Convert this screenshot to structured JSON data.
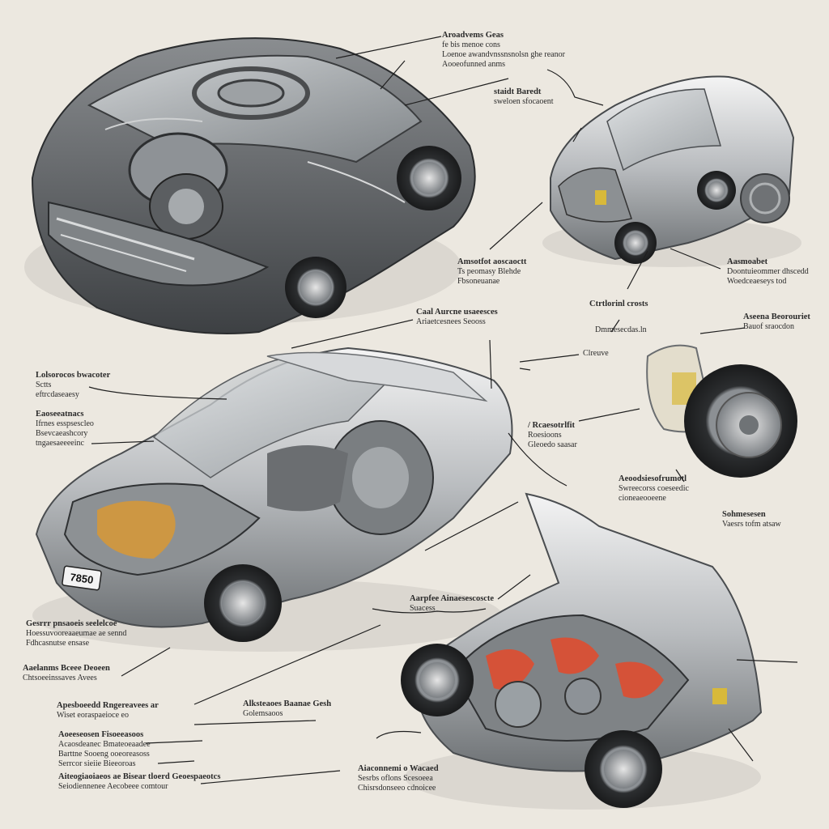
{
  "labels": [
    {
      "id": "tr-1",
      "lines": [
        "Aroadvems Geas",
        "fe bis menoe cons",
        "Loenoe awandvnssnsnolsn ghe reanor",
        "Aooeofunned anms"
      ]
    },
    {
      "id": "tr-2",
      "lines": [
        "staidt Baredt",
        "sweloen sfocaoent"
      ]
    },
    {
      "id": "mid-1",
      "lines": [
        "Amsotfot aoscaoctt",
        "Ts peomasy Blehde",
        "Fbsoneuanae"
      ]
    },
    {
      "id": "rt-1",
      "lines": [
        "Aasmoabet",
        "Doontuieommer dhscedd",
        "Woedceaeseys tod"
      ]
    },
    {
      "id": "mid-2",
      "lines": [
        "Ctrtlorinl crosts"
      ]
    },
    {
      "id": "mid-3",
      "lines": [
        "Dmmesecdas.ln"
      ]
    },
    {
      "id": "c-1",
      "lines": [
        "Caal Aurcne usaeesces",
        "Ariaetcesnees Seooss"
      ]
    },
    {
      "id": "rt-2",
      "lines": [
        "Aseena Beorouriet",
        "Bauof sraocdon"
      ]
    },
    {
      "id": "l-1",
      "lines": [
        "Lolsorocos bwacoter",
        "Sctts",
        "eftrcdaseaesy"
      ]
    },
    {
      "id": "l-2",
      "lines": [
        "Eaoseeatnacs",
        "Ifrnes esspsescleo",
        "Bsevcaeashcory",
        "tngaesaeeeeinc"
      ]
    },
    {
      "id": "c-2",
      "lines": [
        "Clreuve"
      ]
    },
    {
      "id": "c-3",
      "lines": [
        "/ Rcaesotrlfit",
        "Roesioons",
        "Gleoedo saasar"
      ]
    },
    {
      "id": "rt-3",
      "lines": [
        "Aeoodsiesofrumotl",
        "Swreecorss coeseedic",
        "cioneaeooeene"
      ]
    },
    {
      "id": "rt-4",
      "lines": [
        "Sohmesesen",
        "Vaesrs tofm atsaw"
      ]
    },
    {
      "id": "c-4",
      "lines": [
        "Aarpfee Ainaesescoscte",
        "Suacess"
      ]
    },
    {
      "id": "l-3",
      "lines": [
        "Gesrrr pnsaoeis seelelcoe",
        "Hoessuvooreaaeumae ae sennd",
        "Fdhcasnutse ensase"
      ]
    },
    {
      "id": "l-4",
      "lines": [
        "Aaelanms Bceee Deoeen",
        "Chtsoeeinssaves Avees"
      ]
    },
    {
      "id": "l-5",
      "lines": [
        "Apesboeedd Rngereavees ar",
        "Wiset eoraspaeioce eo"
      ]
    },
    {
      "id": "c-5",
      "lines": [
        "Alksteaoes Baanae Gesh",
        "Golemsaoos"
      ]
    },
    {
      "id": "l-6",
      "lines": [
        "Aoeeseosen Fisoeeasoos",
        "Acaosdeanec Bmateoeaadee",
        "Barttne Sooeng ooeoreasoss",
        "Serrcor sieiie Bieeoroas"
      ]
    },
    {
      "id": "l-7",
      "lines": [
        "Aiteogiaoiaeos ae Bisear tloerd Geoespaeotcs",
        "Seiodiennenee Aecobeee comtour"
      ]
    },
    {
      "id": "c-6",
      "lines": [
        "Aiaconnemi o Wacaed",
        "Sesrbs oflons Scesoeea",
        "Chisrsdonseeo cdnoicee"
      ]
    }
  ],
  "plate_text": "7850"
}
